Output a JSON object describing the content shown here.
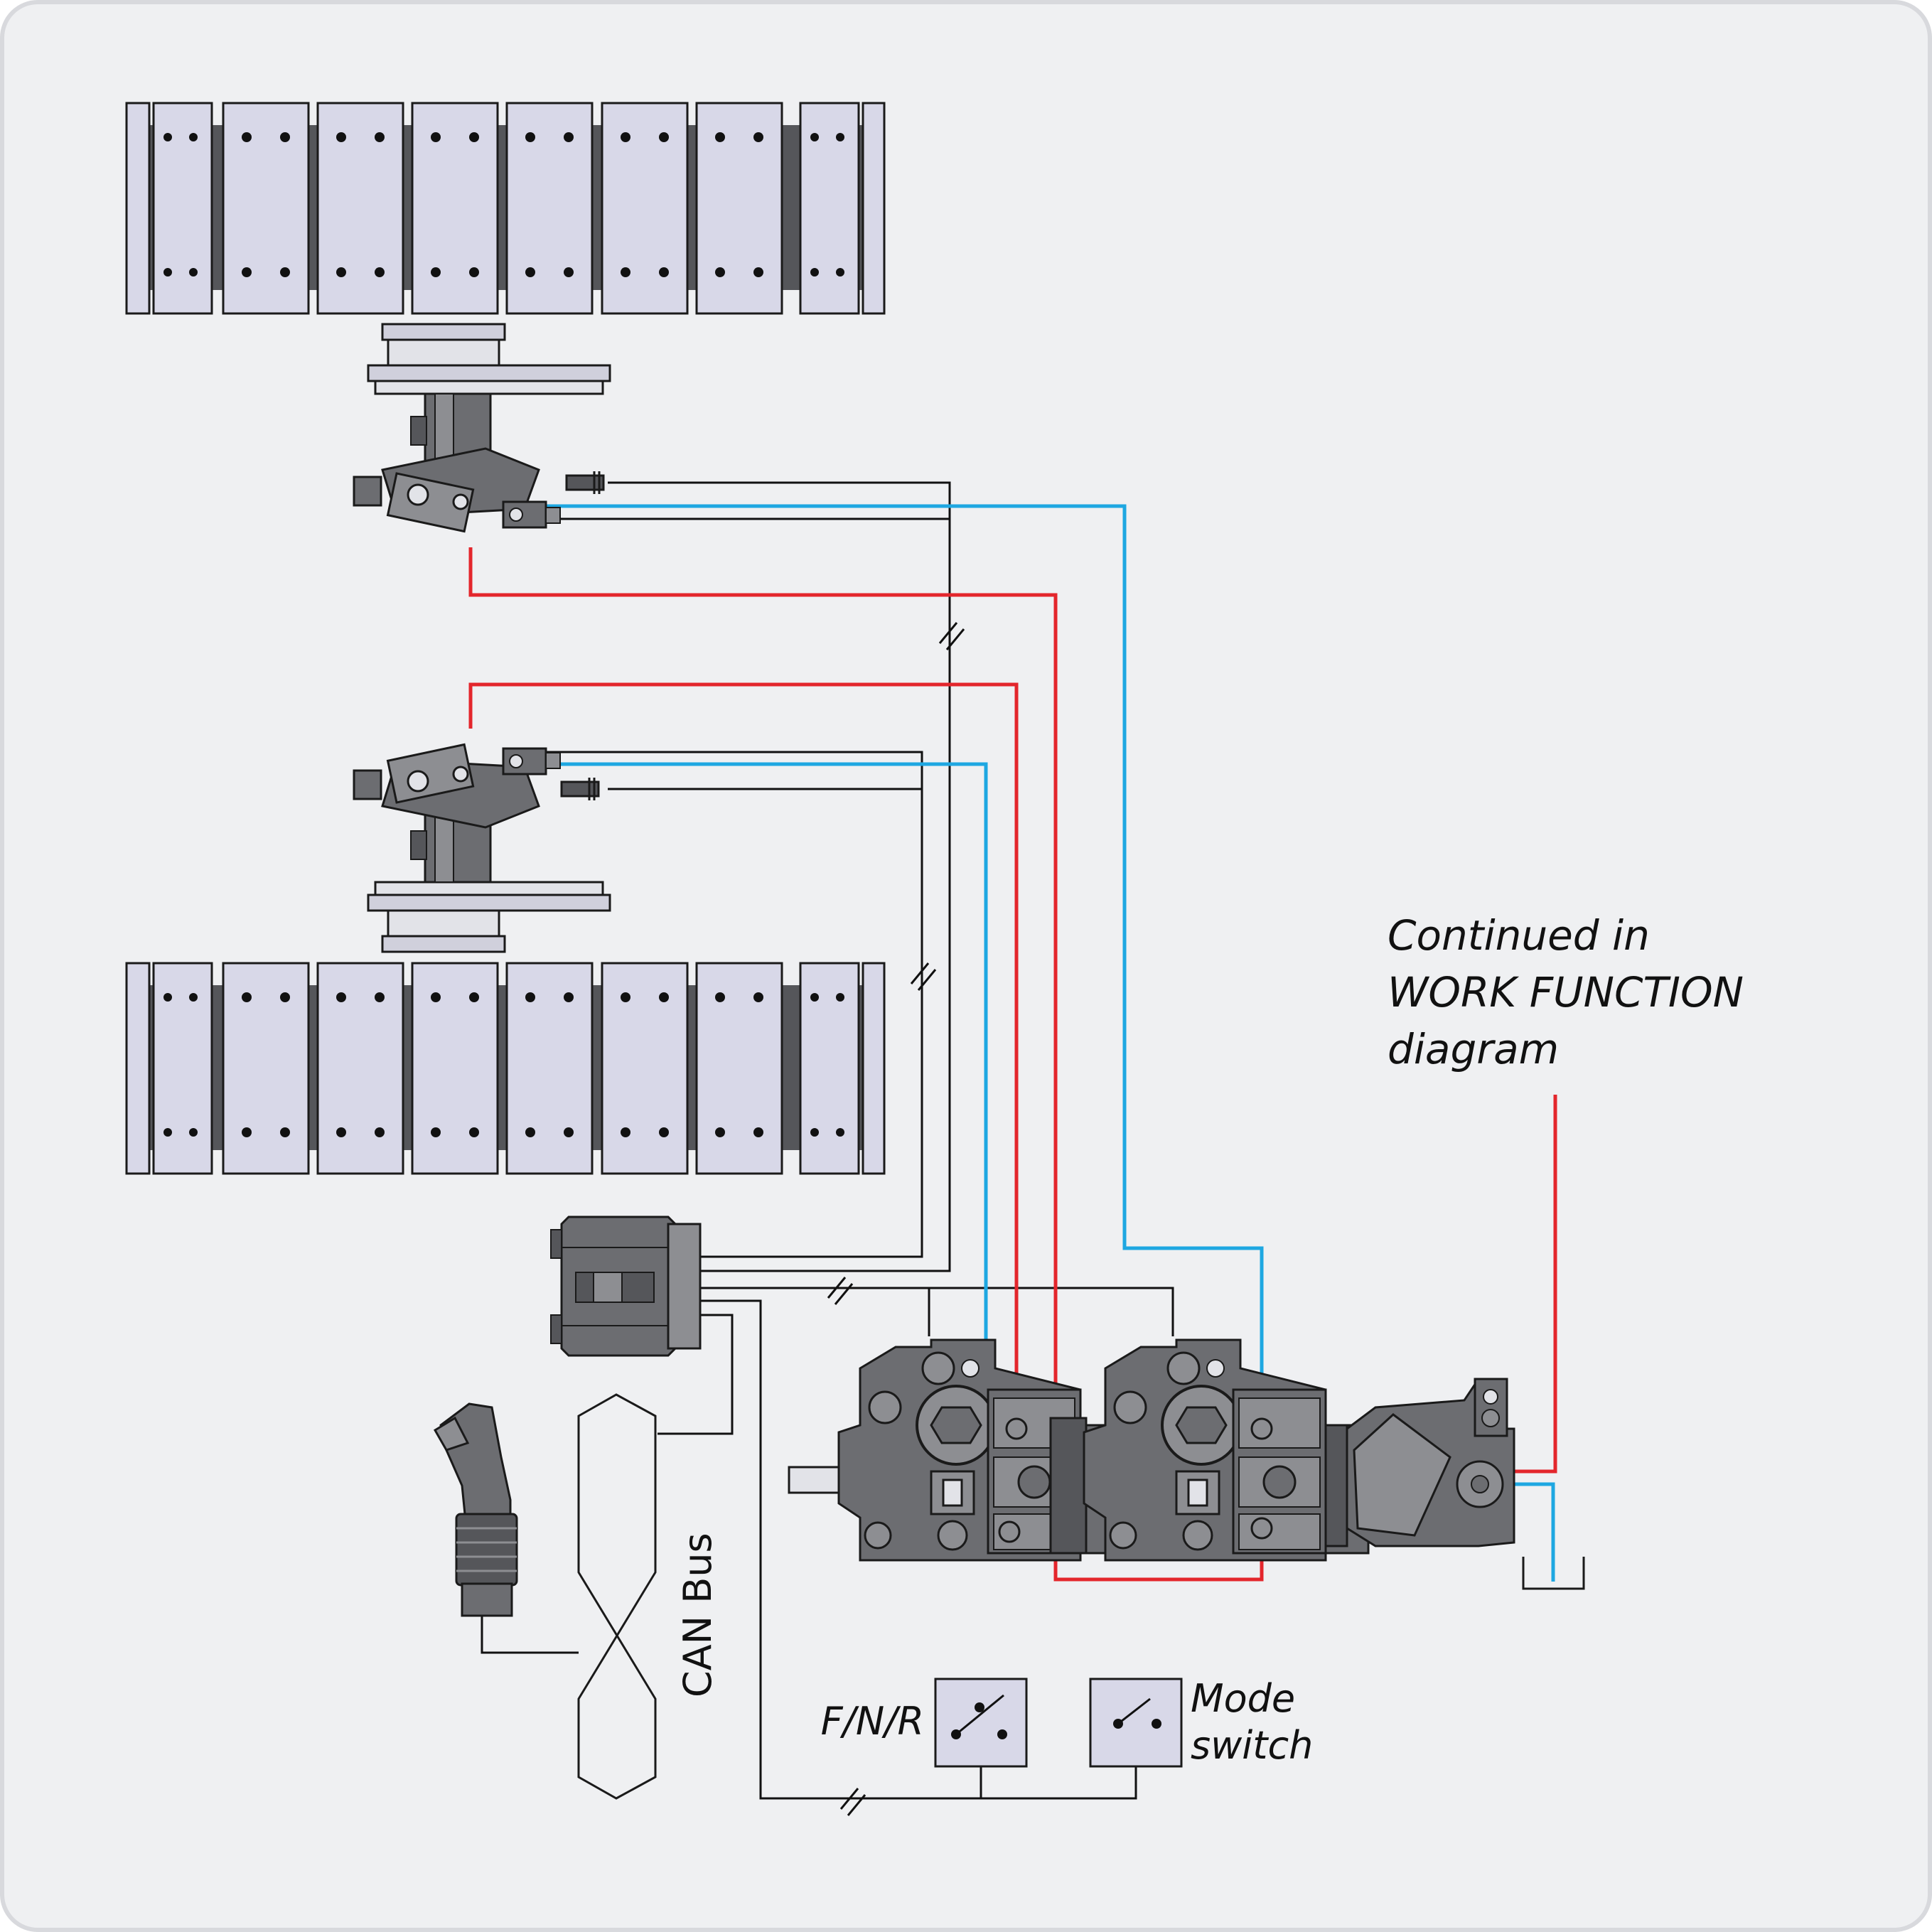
{
  "labels": {
    "continued_line1": "Continued  in",
    "continued_line2": "WORK FUNCTION",
    "continued_line3": "diagram",
    "can_bus": "CAN Bus",
    "fnr": "F/N/R",
    "mode_line1": "Mode",
    "mode_line2": "switch"
  },
  "colors": {
    "background": "#eff0f2",
    "frame": "#d8d9dd",
    "track_pad": "#d8d8e8",
    "track_gap": "#55565a",
    "component_dark": "#6c6d71",
    "component_light": "#8d8e92",
    "outline": "#1a1a1a",
    "pressure_line_red": "#e3262c",
    "signal_line_blue": "#1ea7e1",
    "wire_black": "#111111"
  },
  "icons": {
    "track": "crawler-track-icon",
    "motor": "track-drive-motor-icon",
    "controller": "controller-unit-icon",
    "joystick": "joystick-icon",
    "pump": "hydraulic-pump-icon",
    "switch": "switch-icon",
    "tank": "tank-icon"
  }
}
